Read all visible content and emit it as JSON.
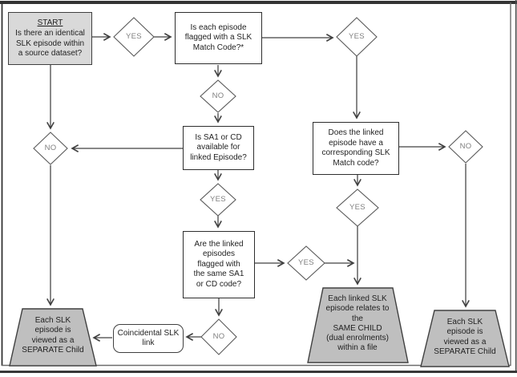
{
  "flowchart": {
    "start": {
      "title": "START",
      "body": "Is there an identical\nSLK episode within\na source dataset?"
    },
    "questions": {
      "flagged": "Is each episode\nflagged with a SLK\nMatch Code?*",
      "sa1": "Is SA1 or CD\navailable for\nlinked Episode?",
      "linked_match": "Does the linked\nepisode have a\ncorresponding SLK\nMatch code?",
      "same_code": "Are the linked\nepisodes\nflagged with\nthe same SA1\nor CD code?"
    },
    "process": {
      "coincidental": "Coincidental SLK\nlink"
    },
    "outcomes": {
      "separate_left": "Each SLK\nepisode is\nviewed as a\nSEPARATE Child",
      "same_child": "Each linked SLK\nepisode relates to\nthe\nSAME CHILD\n(dual enrolments)\nwithin a file",
      "separate_right": "Each SLK\nepisode is\nviewed as a\nSEPARATE Child"
    },
    "labels": {
      "yes_start": "YES",
      "yes_top_right": "YES",
      "no_flagged": "NO",
      "no_left": "NO",
      "yes_sa1": "YES",
      "no_right": "NO",
      "yes_linked": "YES",
      "yes_same_code": "YES",
      "no_same_code": "NO"
    },
    "colors": {
      "terminal_fill": "#d9d9d9",
      "outcome_fill": "#bfbfbf",
      "line": "#404040",
      "decision_label_text": "#7f7f7f"
    }
  }
}
